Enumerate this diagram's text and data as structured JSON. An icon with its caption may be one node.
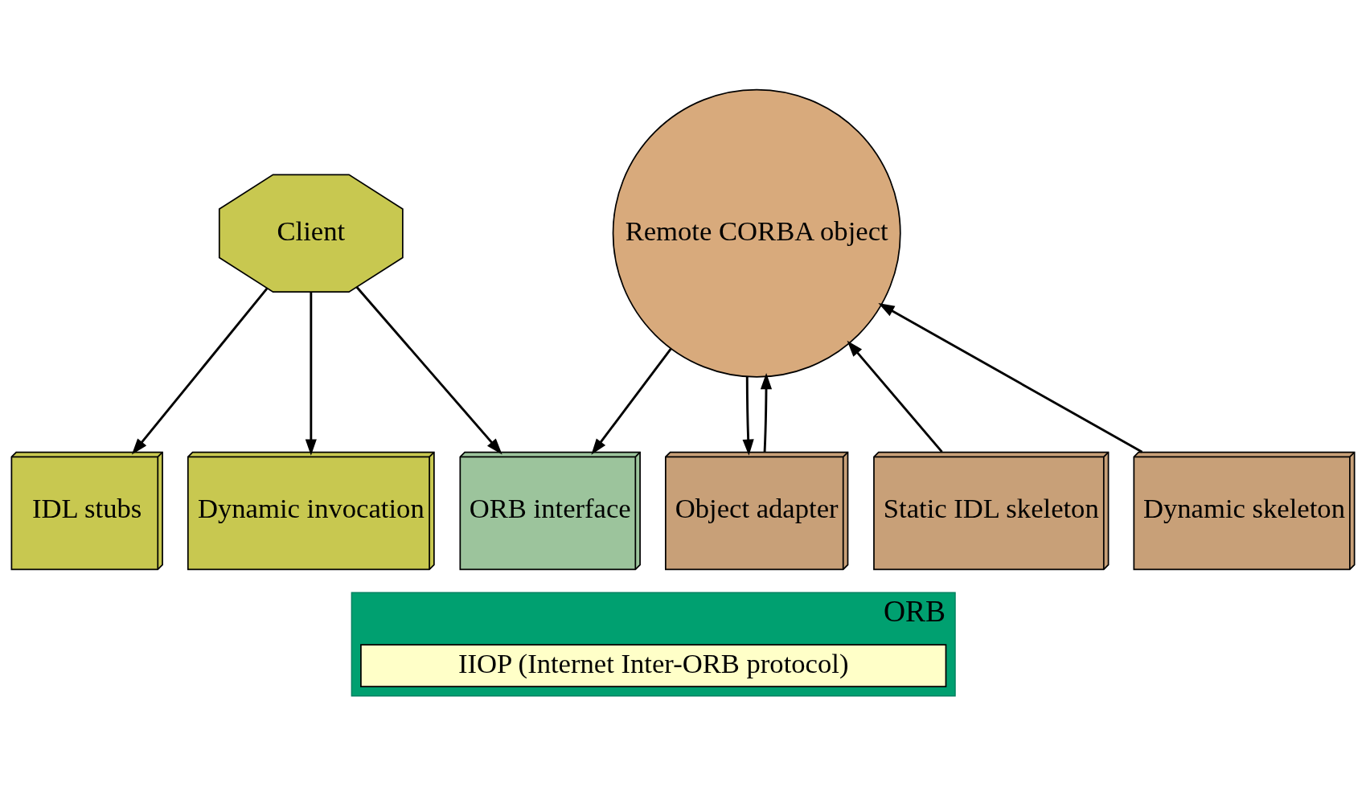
{
  "diagram": {
    "nodes": [
      {
        "text": [
          "Client"
        ]
      },
      {
        "text": [
          "Remote CORBA object"
        ]
      },
      {
        "text": [
          "IDL stubs"
        ]
      },
      {
        "text": [
          "Dynamic invocation"
        ]
      },
      {
        "text": [
          "ORB interface"
        ]
      },
      {
        "text": [
          "Static IDL skeleton"
        ]
      },
      {
        "text": [
          "Dynamic skeleton"
        ]
      },
      {
        "text": [
          "Object adapter"
        ]
      },
      {
        "text": [
          "ORB"
        ]
      },
      {
        "text": [
          "IIOP (Internet Inter-ORB protocol)"
        ],
        "in": 8
      }
    ],
    "edges": [
      {
        "from": 0,
        "to": 2,
        "arrow": "to"
      },
      {
        "from": 0,
        "to": 3,
        "arrow": "to"
      },
      {
        "from": 0,
        "to": 4,
        "arrow": "to"
      },
      {
        "from": 1,
        "to": 4,
        "arrow": "to"
      },
      {
        "from": 5,
        "to": 1,
        "arrow": "to"
      },
      {
        "from": 6,
        "to": 1,
        "arrow": "to"
      },
      {
        "from": 1,
        "to": 7,
        "arrow": "to"
      },
      {
        "from": 7,
        "to": 1,
        "arrow": "to"
      }
    ]
  }
}
